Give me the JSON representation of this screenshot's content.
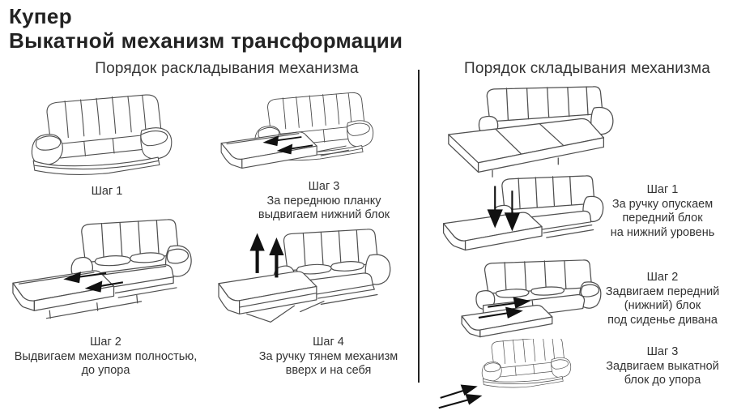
{
  "page": {
    "title_line1": "Купер",
    "title_line2": "Выкатной механизм трансформации"
  },
  "unfold_section": {
    "title": "Порядок раскладывания механизма",
    "steps": [
      {
        "label": "Шаг 1",
        "line1": "",
        "line2": ""
      },
      {
        "label": "Шаг 2",
        "line1": "Выдвигаем механизм полностью,",
        "line2": "до упора"
      },
      {
        "label": "Шаг 3",
        "line1": "За переднюю планку",
        "line2": "выдвигаем нижний блок"
      },
      {
        "label": "Шаг 4",
        "line1": "За ручку тянем механизм",
        "line2": "вверх и на себя"
      }
    ]
  },
  "fold_section": {
    "title": "Порядок складывания механизма",
    "steps": [
      {
        "label": "Шаг 1",
        "line1": "За ручку опускаем",
        "line2": "передний блок",
        "line3": "на нижний уровень"
      },
      {
        "label": "Шаг 2",
        "line1": "Задвигаем передний",
        "line2": "(нижний) блок",
        "line3": "под сиденье дивана"
      },
      {
        "label": "Шаг 3",
        "line1": "Задвигаем выкатной",
        "line2": "блок до упора",
        "line3": ""
      }
    ]
  },
  "figures": {
    "unfold": [
      {
        "name": "sofa-closed"
      },
      {
        "name": "sofa-bottom-block-pulled-out",
        "arrows": "left"
      },
      {
        "name": "sofa-mechanism-fully-extended",
        "arrows": "left"
      },
      {
        "name": "sofa-mechanism-lifted-up",
        "arrows": "up"
      }
    ],
    "fold": [
      {
        "name": "sofa-bed-fully-unfolded"
      },
      {
        "name": "front-block-lowered",
        "arrows": "down"
      },
      {
        "name": "front-block-pushed-under-seat",
        "arrows": "right"
      },
      {
        "name": "sofa-closed",
        "arrows": "toward-sofa"
      }
    ]
  },
  "colors": {
    "background": "#ffffff",
    "text": "#333333",
    "title_text": "#222222",
    "line_art": "#4f4f4f",
    "arrow": "#111111",
    "divider": "#222222"
  }
}
